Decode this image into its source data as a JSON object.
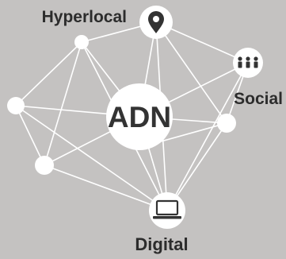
{
  "diagram": {
    "center": {
      "label": "ADN"
    },
    "nodes": {
      "hyperlocal": {
        "label": "Hyperlocal",
        "icon": "location-pin-icon"
      },
      "social": {
        "label": "Social",
        "icon": "people-group-icon"
      },
      "digital": {
        "label": "Digital",
        "icon": "laptop-icon"
      }
    },
    "colors": {
      "background": "#c4c2c1",
      "node_fill": "#ffffff",
      "link_stroke": "#ffffff",
      "label_text": "#2c2c2c",
      "icon": "#333333"
    }
  }
}
